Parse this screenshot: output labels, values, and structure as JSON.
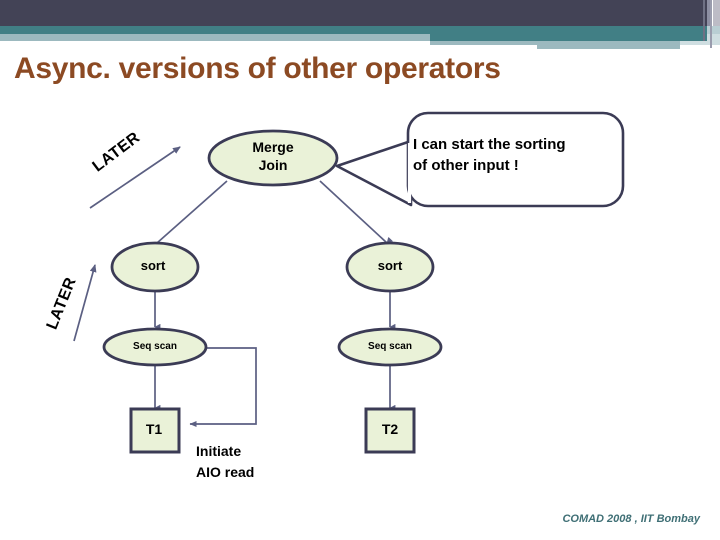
{
  "slide": {
    "title": "Async. versions of other operators",
    "footer": "COMAD 2008 , IIT Bombay",
    "title_color": "#8c4a23",
    "accent_navy": "#434356",
    "accent_teal": "#417f85",
    "accent_lightblue": "#9cb9bf",
    "node_fill": "#eaf2d8",
    "node_stroke": "#3b3b55",
    "connector_color": "#5b5f82"
  },
  "diagram": {
    "nodes": [
      {
        "id": "merge-join",
        "label_line1": "Merge",
        "label_line2": "Join",
        "shape": "ellipse"
      },
      {
        "id": "sort-left",
        "label": "sort",
        "shape": "ellipse"
      },
      {
        "id": "sort-right",
        "label": "sort",
        "shape": "ellipse"
      },
      {
        "id": "seq-scan-left",
        "label": "Seq scan",
        "shape": "ellipse"
      },
      {
        "id": "seq-scan-right",
        "label": "Seq scan",
        "shape": "ellipse"
      },
      {
        "id": "table-t1",
        "label": "T1",
        "shape": "rectangle"
      },
      {
        "id": "table-t2",
        "label": "T2",
        "shape": "rectangle"
      }
    ],
    "annotations": {
      "callout": "I can start the sorting of other input !",
      "callout_line1": "I can start the sorting",
      "callout_line2": "of other input !",
      "aio_line1": "Initiate",
      "aio_line2": "AIO read",
      "later_1": "LATER",
      "later_2": "LATER"
    }
  }
}
